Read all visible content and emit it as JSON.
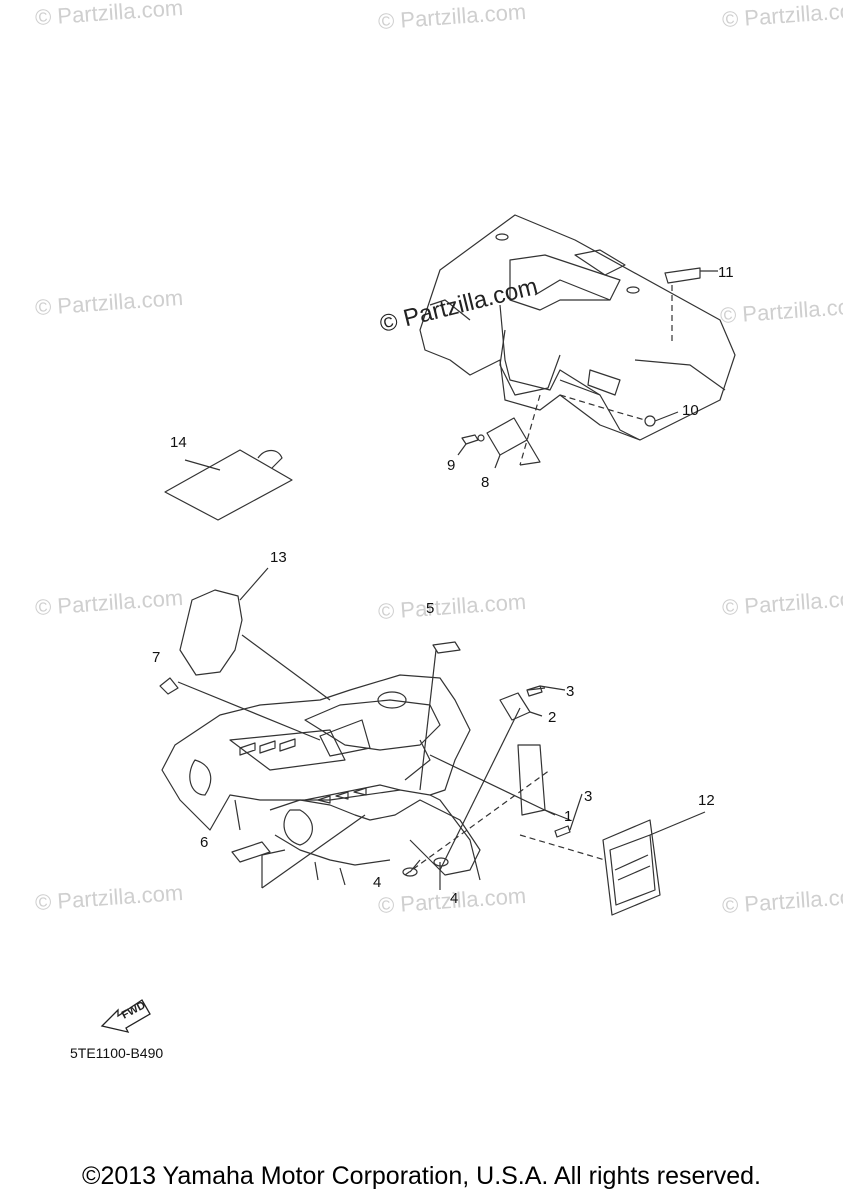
{
  "watermark_text": "© Partzilla.com",
  "center_watermark_text": "© Partzilla.com",
  "callouts": [
    "1",
    "2",
    "3",
    "3",
    "4",
    "4",
    "5",
    "6",
    "7",
    "8",
    "9",
    "10",
    "11",
    "12",
    "13",
    "14"
  ],
  "fwd_label": "FWD",
  "drawing_code": "5TE1100-B490",
  "copyright": "©2013 Yamaha Motor Corporation, U.S.A. All rights reserved."
}
